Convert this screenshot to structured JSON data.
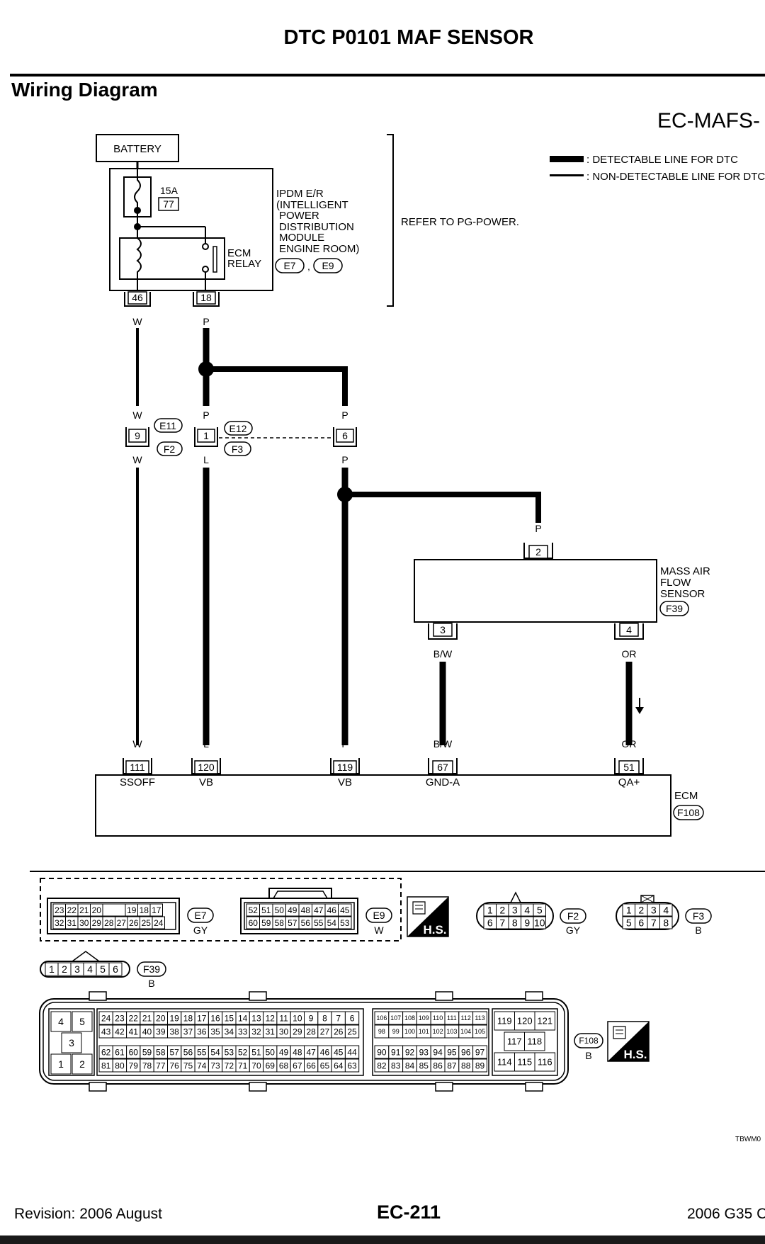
{
  "title": "DTC P0101 MAF SENSOR",
  "section": "Wiring Diagram",
  "diagram_code": "EC-MAFS-",
  "legend": {
    "detectable": ": DETECTABLE LINE FOR DTC",
    "non_detectable": ": NON-DETECTABLE LINE FOR DTC"
  },
  "refer_note": "REFER TO PG-POWER.",
  "battery": "BATTERY",
  "fuse": {
    "amp": "15A",
    "num": "77"
  },
  "ipdm": {
    "lines": [
      "IPDM E/R",
      "(INTELLIGENT",
      "POWER",
      "DISTRIBUTION",
      "MODULE",
      "ENGINE ROOM)"
    ],
    "conn1": "E7",
    "sep": ",",
    "conn2": "E9"
  },
  "ecm_relay": [
    "ECM",
    "RELAY"
  ],
  "ipdm_pins": {
    "a": "46",
    "b": "18"
  },
  "wires": {
    "w": "W",
    "p": "P",
    "l": "L",
    "bw": "B/W",
    "or": "OR"
  },
  "joint": {
    "pin9": "9",
    "pin1": "1",
    "pin6": "6",
    "e11": "E11",
    "f2": "F2",
    "e12": "E12",
    "f3": "F3"
  },
  "maf": {
    "lines": [
      "MASS AIR",
      "FLOW",
      "SENSOR"
    ],
    "conn": "F39",
    "pin_top": "2",
    "pin_left": "3",
    "pin_right": "4"
  },
  "ecm": {
    "label": "ECM",
    "conn": "F108",
    "pins": [
      {
        "num": "111",
        "name": "SSOFF"
      },
      {
        "num": "120",
        "name": "VB"
      },
      {
        "num": "119",
        "name": "VB"
      },
      {
        "num": "67",
        "name": "GND-A"
      },
      {
        "num": "51",
        "name": "QA+"
      }
    ]
  },
  "connectors": {
    "e7": {
      "id": "E7",
      "color": "GY",
      "row1": [
        "23",
        "22",
        "21",
        "20",
        "",
        "19",
        "18",
        "17"
      ],
      "row2": [
        "32",
        "31",
        "30",
        "29",
        "28",
        "27",
        "26",
        "25",
        "24"
      ]
    },
    "e9": {
      "id": "E9",
      "color": "W",
      "row1": [
        "52",
        "51",
        "50",
        "49",
        "48",
        "47",
        "46",
        "45"
      ],
      "row2": [
        "60",
        "59",
        "58",
        "57",
        "56",
        "55",
        "54",
        "53"
      ]
    },
    "f2": {
      "id": "F2",
      "color": "GY",
      "row1": [
        "1",
        "2",
        "3",
        "4",
        "5"
      ],
      "row2": [
        "6",
        "7",
        "8",
        "9",
        "10"
      ]
    },
    "f3": {
      "id": "F3",
      "color": "B",
      "row1": [
        "1",
        "2",
        "3",
        "4"
      ],
      "row2": [
        "5",
        "6",
        "7",
        "8"
      ]
    },
    "f39": {
      "id": "F39",
      "color": "B",
      "pins": [
        "1",
        "2",
        "3",
        "4",
        "5",
        "6"
      ]
    },
    "f108": {
      "id": "F108",
      "color": "B",
      "left": [
        "4",
        "5",
        "3",
        "1",
        "2"
      ],
      "a1": [
        "24",
        "23",
        "22",
        "21",
        "20",
        "19",
        "18",
        "17",
        "16",
        "15",
        "14",
        "13",
        "12",
        "11",
        "10",
        "9",
        "8",
        "7",
        "6"
      ],
      "a2": [
        "43",
        "42",
        "41",
        "40",
        "39",
        "38",
        "37",
        "36",
        "35",
        "34",
        "33",
        "32",
        "31",
        "30",
        "29",
        "28",
        "27",
        "26",
        "25"
      ],
      "a3": [
        "62",
        "61",
        "60",
        "59",
        "58",
        "57",
        "56",
        "55",
        "54",
        "53",
        "52",
        "51",
        "50",
        "49",
        "48",
        "47",
        "46",
        "45",
        "44"
      ],
      "a4": [
        "81",
        "80",
        "79",
        "78",
        "77",
        "76",
        "75",
        "74",
        "73",
        "72",
        "71",
        "70",
        "69",
        "68",
        "67",
        "66",
        "65",
        "64",
        "63"
      ],
      "b1": [
        "106",
        "107",
        "108",
        "109",
        "110",
        "111",
        "112",
        "113"
      ],
      "b2": [
        "98",
        "99",
        "100",
        "101",
        "102",
        "103",
        "104",
        "105"
      ],
      "b3": [
        "90",
        "91",
        "92",
        "93",
        "94",
        "95",
        "96",
        "97"
      ],
      "b4": [
        "82",
        "83",
        "84",
        "85",
        "86",
        "87",
        "88",
        "89"
      ],
      "c1": [
        "119",
        "120",
        "121"
      ],
      "c2": [
        "117",
        "118"
      ],
      "c3": [
        "114",
        "115",
        "116"
      ]
    }
  },
  "hs_label": "H.S.",
  "ref_code": "TBWM0",
  "footer": {
    "revision": "Revision: 2006 August",
    "page": "EC-211",
    "model": "2006 G35 C"
  }
}
